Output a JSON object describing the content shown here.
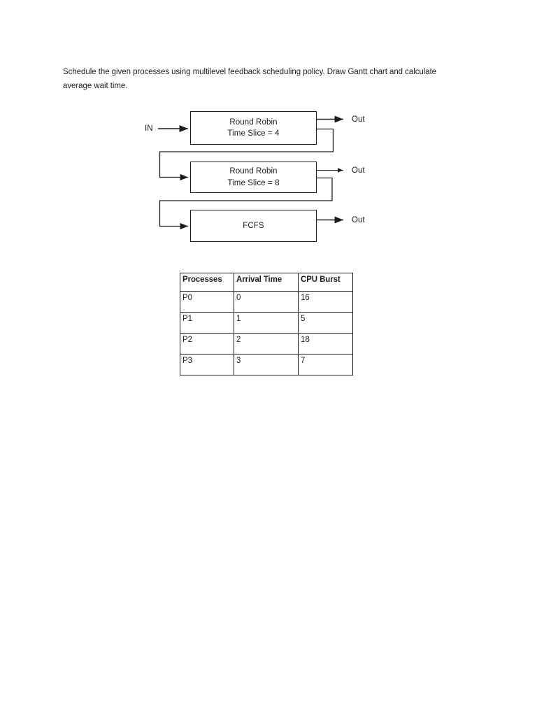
{
  "prompt": {
    "lines": [
      "Schedule the given processes using multilevel feedback scheduling policy. Draw Gantt chart and calculate",
      "average wait time."
    ]
  },
  "diagram": {
    "in_label": "IN",
    "out_label": "Out",
    "queues": [
      {
        "line1": "Round Robin",
        "line2": "Time Slice = 4"
      },
      {
        "line1": "Round Robin",
        "line2": "Time Slice = 8"
      },
      {
        "line1": "FCFS"
      }
    ]
  },
  "table": {
    "headers": [
      "Processes",
      "Arrival Time",
      "CPU Burst"
    ],
    "rows": [
      {
        "process": "P0",
        "arrival": "0",
        "burst": "16"
      },
      {
        "process": "P1",
        "arrival": "1",
        "burst": "5"
      },
      {
        "process": "P2",
        "arrival": "2",
        "burst": "18"
      },
      {
        "process": "P3",
        "arrival": "3",
        "burst": "7"
      }
    ]
  },
  "colors": {
    "ink": "#1c1c1c",
    "background": "#ffffff"
  }
}
